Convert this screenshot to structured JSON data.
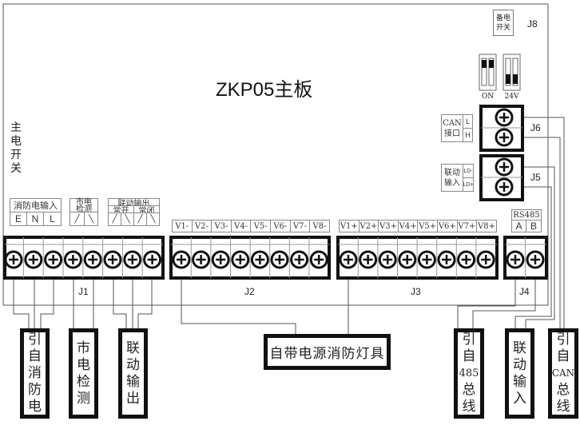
{
  "title": "ZKP05主板",
  "main_power_switch": [
    "主",
    "电",
    "开",
    "关"
  ],
  "backup_switch": {
    "line1": "备电",
    "line2": "开关",
    "jumper": "J8"
  },
  "dip": {
    "left_label": "ON",
    "right_label": "24V"
  },
  "can_port": {
    "label1": "CAN",
    "label2": "接口",
    "pins": [
      "L",
      "H"
    ],
    "jumper": "J6"
  },
  "link_input_port": {
    "label1": "联动",
    "label2": "输入",
    "pins": [
      "LD-",
      "LD+"
    ],
    "jumper": "J5"
  },
  "j1": {
    "name": "J1",
    "fire_power_input": "消防电输入",
    "fire_pins": [
      "E",
      "N",
      "L"
    ],
    "mains_detect1": "市电",
    "mains_detect2": "检测",
    "link_output": "联动输出",
    "normally_open": "常开",
    "normally_closed": "常闭"
  },
  "j2": {
    "name": "J2",
    "pins": [
      "V1-",
      "V2-",
      "V3-",
      "V4-",
      "V5-",
      "V6-",
      "V7-",
      "V8-"
    ]
  },
  "j3": {
    "name": "J3",
    "pins": [
      "V1+",
      "V2+",
      "V3+",
      "V4+",
      "V5+",
      "V6+",
      "V7+",
      "V8+"
    ]
  },
  "j4": {
    "name": "J4",
    "header": "RS485",
    "pins": [
      "A",
      "B"
    ]
  },
  "external": {
    "fire_power": [
      "引",
      "自",
      "消",
      "防",
      "电"
    ],
    "mains_detect": [
      "市",
      "电",
      "检",
      "测"
    ],
    "link_output": [
      "联",
      "动",
      "输",
      "出"
    ],
    "lamps": "自带电源消防灯具",
    "rs485_bus": [
      "引",
      "自",
      "485",
      "总",
      "线"
    ],
    "link_input": [
      "联",
      "动",
      "输",
      "入"
    ],
    "can_bus": [
      "引",
      "自",
      "CAN",
      "总",
      "线"
    ]
  }
}
